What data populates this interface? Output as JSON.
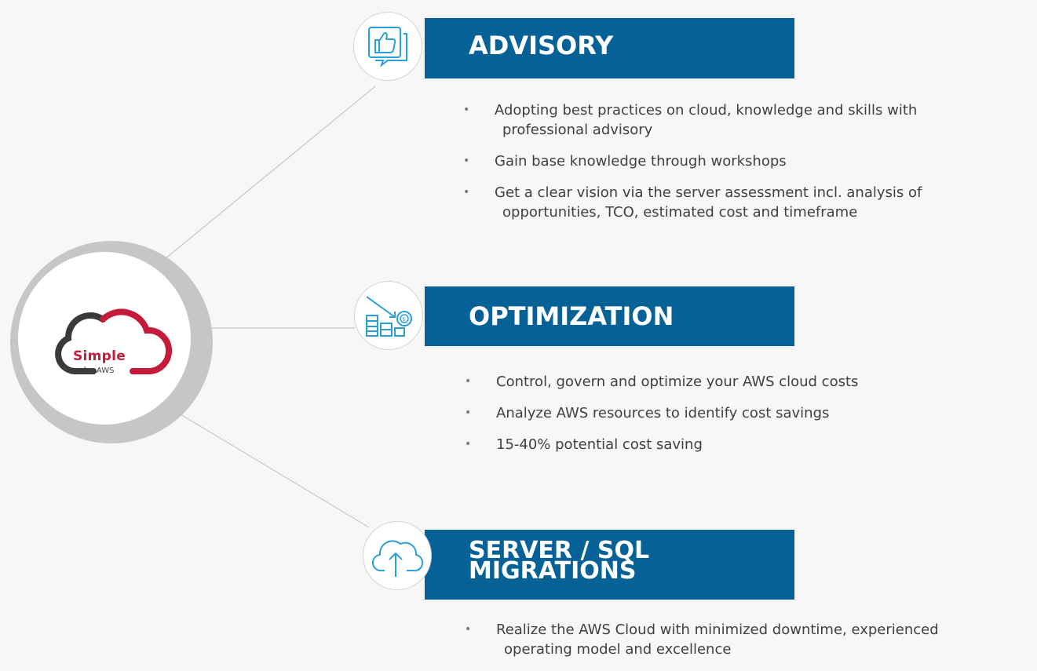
{
  "logo": {
    "name": "Simple",
    "sub": "for AWS",
    "colors": {
      "accent": "#c41b3a",
      "dark": "#3a3a3a"
    }
  },
  "sections": [
    {
      "title": "ADVISORY",
      "icon": "thumbs-up-chat-icon",
      "bullets": [
        {
          "line1": "Adopting best practices on cloud, knowledge and skills with",
          "line2": "professional advisory"
        },
        {
          "line1": "Gain base knowledge through workshops",
          "line2": ""
        },
        {
          "line1": "Get a clear vision via the server assessment incl. analysis of",
          "line2": "opportunities, TCO, estimated cost and timeframe"
        }
      ]
    },
    {
      "title": "OPTIMIZATION",
      "icon": "cost-savings-chart-icon",
      "bullets": [
        {
          "line1": "Control, govern and optimize your AWS cloud costs",
          "line2": ""
        },
        {
          "line1": "Analyze AWS resources to identify cost savings",
          "line2": ""
        },
        {
          "line1": "15-40% potential cost saving",
          "line2": ""
        }
      ]
    },
    {
      "title_line1": "SERVER / SQL",
      "title_line2": "MIGRATIONS",
      "icon": "cloud-upload-icon",
      "bullets": [
        {
          "line1": "Realize the AWS Cloud with minimized downtime, experienced",
          "line2": "operating model and excellence"
        }
      ]
    }
  ],
  "bullet_glyph": "•",
  "colors": {
    "banner": "#066197",
    "icon": "#2a9fd8",
    "text": "#404040",
    "background": "#f7f7f7"
  }
}
